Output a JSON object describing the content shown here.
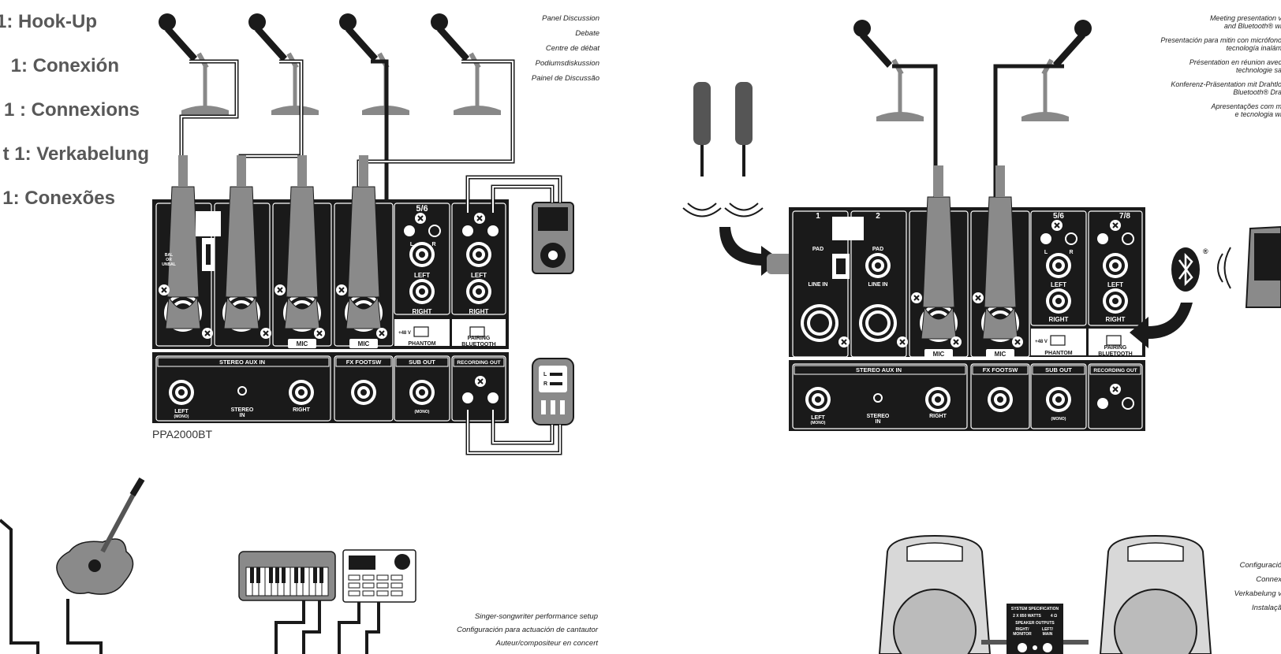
{
  "headings": [
    "1: Hook-Up",
    "1: Conexión",
    "1 : Connexions",
    "t 1: Verkabelung",
    "1: Conexões"
  ],
  "model_label": "PPA2000BT",
  "captions": {
    "panel_discussion": [
      "Panel Discussion",
      "Debate",
      "Centre de débat",
      "Podiumsdiskussion",
      "Painel de Discussão"
    ],
    "meeting_presentation": [
      "Meeting presentation v",
      "and Bluetooth® wi",
      "Presentación para mitin con micrófono",
      "tecnología inalám",
      "Présentation en réunion avec",
      "technologie sa",
      "Konferenz-Präsentation mit Drahtlo",
      "Bluetooth® Dra",
      "Apresentações com m",
      "e tecnologia wi"
    ],
    "singer_songwriter": [
      "Singer-songwriter performance setup",
      "Configuración para actuación de cantautor",
      "Auteur/compositeur en concert"
    ],
    "speaker_config": [
      "Configuració",
      "Connex",
      "Verkabelung v",
      "Instalaçã"
    ]
  },
  "mixer_left": {
    "channel_labels": [
      "5/6"
    ],
    "mic_labels": [
      "MIC",
      "MIC"
    ],
    "input_labels": [
      "LEFT",
      "RIGHT",
      "LEFT",
      "RIGHT"
    ],
    "lr_labels": [
      "L",
      "R"
    ],
    "phantom": [
      "+48 V",
      "PHANTOM"
    ],
    "pairing": [
      "PAIRING",
      "BLUETOOTH"
    ],
    "bal": [
      "BAL",
      "OR",
      "UNBAL"
    ],
    "sections": [
      "STEREO AUX IN",
      "FX FOOTSW",
      "SUB OUT",
      "RECORDING OUT"
    ],
    "aux_labels": [
      "LEFT",
      "(MONO)",
      "STEREO",
      "IN",
      "RIGHT",
      "(MONO)"
    ]
  },
  "mixer_right": {
    "channel_labels": [
      "1",
      "2",
      "5/6",
      "7/8"
    ],
    "pad": [
      "PAD",
      "PAD"
    ],
    "line_in": [
      "LINE IN",
      "LINE IN"
    ],
    "mic_labels": [
      "MIC",
      "MIC"
    ],
    "input_labels": [
      "LEFT",
      "RIGHT",
      "LEFT",
      "RIGHT"
    ],
    "phantom": [
      "+48 V",
      "PHANTOM"
    ],
    "pairing": [
      "PAIRING",
      "BLUETOOTH"
    ],
    "sections": [
      "STEREO AUX IN",
      "FX FOOTSW",
      "SUB OUT",
      "RECORDING OUT"
    ],
    "aux_labels": [
      "LEFT",
      "(MONO)",
      "STEREO",
      "IN",
      "RIGHT",
      "(MONO)"
    ],
    "lr_labels": [
      "L",
      "R"
    ]
  },
  "speaker_panel": [
    "SYSTEM SPECIFICATION",
    "2 X 850 WATTS",
    "4 Ω",
    "SPEAKER OUTPUTS",
    "RIGHT/",
    "MONITOR",
    "LEFT/",
    "MAIN"
  ],
  "player_lr": [
    "L",
    "R"
  ],
  "bluetooth_mark": "®",
  "colors": {
    "panel": "#1a1a1a",
    "device": "#8a8a8a",
    "heading": "#585858"
  }
}
